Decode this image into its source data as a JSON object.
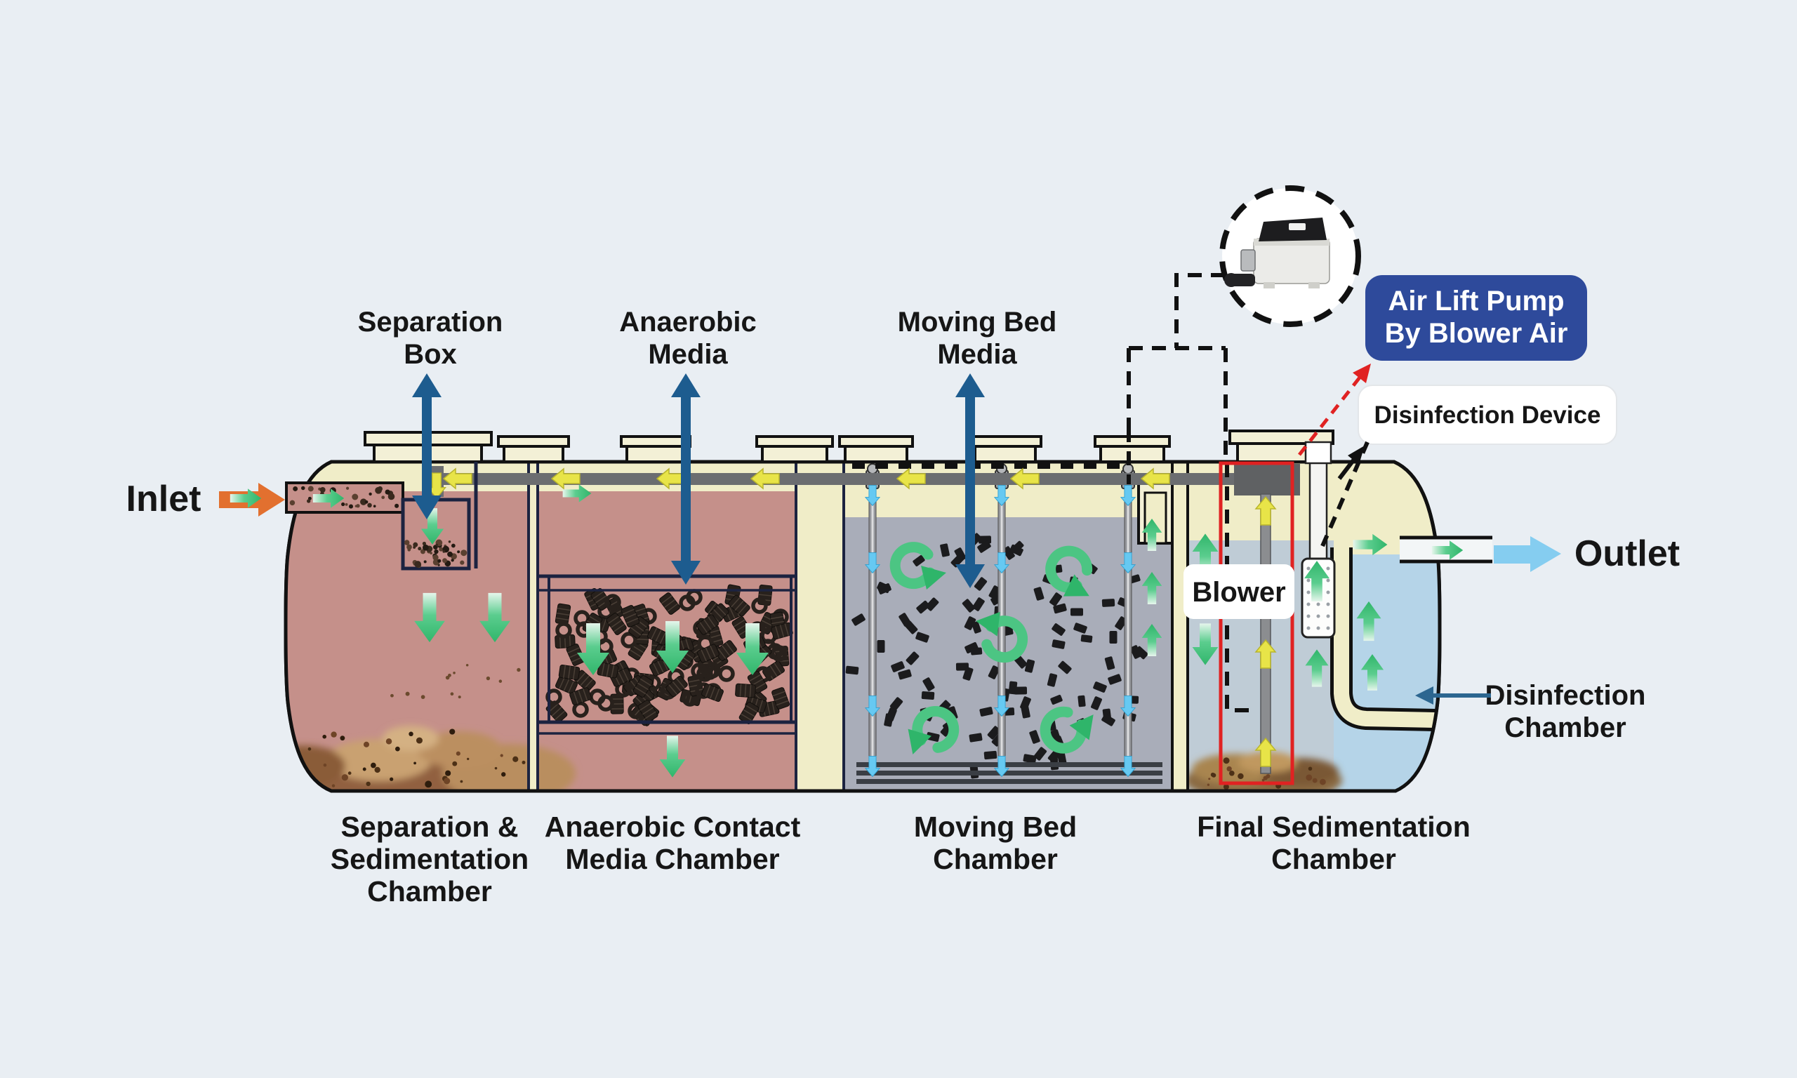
{
  "labels": {
    "inlet": "Inlet",
    "outlet": "Outlet",
    "separation_box": [
      "Separation",
      "Box"
    ],
    "anaerobic_media": [
      "Anaerobic",
      "Media"
    ],
    "moving_bed_media": [
      "Moving Bed",
      "Media"
    ],
    "air_lift_pump": [
      "Air Lift Pump",
      "By Blower Air"
    ],
    "disinfection_device": "Disinfection Device",
    "blower": "Blower",
    "disinfection_chamber": [
      "Disinfection",
      "Chamber"
    ],
    "chamber_labels": [
      [
        "Separation &",
        "Sedimentation",
        "Chamber"
      ],
      [
        "Anaerobic Contact",
        "Media Chamber"
      ],
      [
        "Moving Bed",
        "Chamber"
      ],
      [
        "Final Sedimentation",
        "Chamber"
      ]
    ]
  },
  "colors": {
    "background": "#e9eef3",
    "tank_cream": "#f0edc8",
    "lid_cream": "#f3f0d6",
    "outline": "#111111",
    "chamber12_water": "#c5908a",
    "chamber3_water": "#a9adb9",
    "chamber4_water": "#bfccd6",
    "chamber5_water": "#b5d4e8",
    "sludge_brown": "#9c6b44",
    "pipe_gray": "#6b6d70",
    "arrow_blue": "#1d5c8f",
    "arrow_green": "#2fb56a",
    "arrow_yellow": "#e8e448",
    "arrow_cyan": "#66c9f2",
    "inlet_orange": "#e2702f",
    "outlet_blue": "#85cdf0",
    "label_blue_bg": "#2e4a9b",
    "red_accent": "#e02222",
    "navy": "#1c2340",
    "media_dark": "#28211c"
  }
}
